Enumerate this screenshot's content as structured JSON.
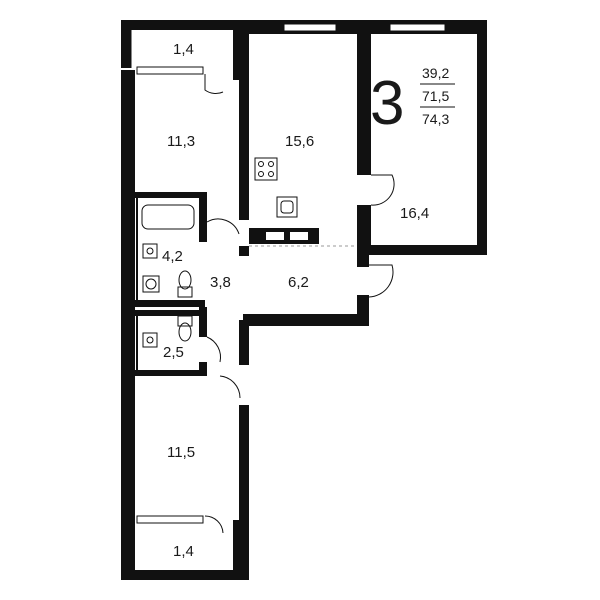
{
  "plan": {
    "room_count": "3",
    "areas": {
      "living": "39,2",
      "total": "71,5",
      "total_with_balcony": "74,3"
    },
    "rooms": {
      "balcony_top": "1,4",
      "bedroom_top": "11,3",
      "kitchen": "15,6",
      "bedroom_right": "16,4",
      "bathroom": "4,2",
      "corridor": "3,8",
      "hall": "6,2",
      "wc": "2,5",
      "bedroom_bottom": "11,5",
      "balcony_bottom": "1,4"
    }
  }
}
